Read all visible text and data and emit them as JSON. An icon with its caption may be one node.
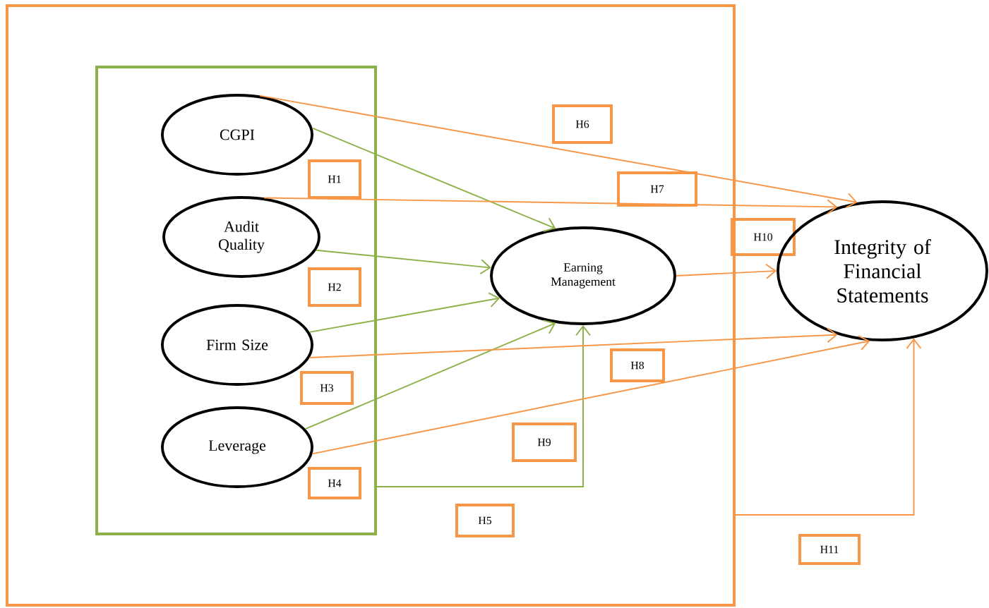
{
  "diagram": {
    "nodes": [
      {
        "text": [],
        "shape": "box"
      },
      {
        "text": [],
        "shape": "box",
        "in": 0
      },
      {
        "text": [
          "CGPI"
        ],
        "in": 1
      },
      {
        "text": [
          "Audit Quality"
        ],
        "in": 1
      },
      {
        "text": [
          "Firm Size"
        ],
        "in": 1
      },
      {
        "text": [
          "Leverage"
        ],
        "in": 1
      },
      {
        "text": [
          "H1"
        ],
        "in": 1
      },
      {
        "text": [
          "H2"
        ],
        "in": 1
      },
      {
        "text": [
          "H3"
        ],
        "in": 1
      },
      {
        "text": [
          "H4"
        ],
        "in": 1
      },
      {
        "text": [
          "H6"
        ],
        "in": 0
      },
      {
        "text": [
          "H7"
        ],
        "in": 0
      },
      {
        "text": [
          "Earning Management"
        ],
        "in": 0
      },
      {
        "text": [
          "H8"
        ],
        "in": 0
      },
      {
        "text": [
          "H9"
        ],
        "in": 0
      },
      {
        "text": [
          "H5"
        ],
        "in": 0
      },
      {
        "text": [
          "H10"
        ]
      },
      {
        "text": [
          "Integrity of Financial Statements"
        ]
      },
      {
        "text": [
          "H11"
        ]
      }
    ],
    "edges": [
      {
        "from": 2,
        "to": 12,
        "arrow": "to",
        "color": "#8db14a"
      },
      {
        "from": 3,
        "to": 12,
        "arrow": "to",
        "color": "#8db14a"
      },
      {
        "from": 4,
        "to": 12,
        "arrow": "to",
        "color": "#8db14a"
      },
      {
        "from": 5,
        "to": 12,
        "arrow": "to",
        "color": "#8db14a"
      },
      {
        "from": 1,
        "to": 12,
        "arrow": "to",
        "color": "#8db14a"
      },
      {
        "from": 2,
        "to": 17,
        "arrow": "to"
      },
      {
        "from": 3,
        "to": 17,
        "arrow": "to"
      },
      {
        "from": 4,
        "to": 17,
        "arrow": "to"
      },
      {
        "from": 5,
        "to": 17,
        "arrow": "to"
      },
      {
        "from": 12,
        "to": 17,
        "arrow": "to"
      },
      {
        "from": 0,
        "to": 17,
        "arrow": "to"
      }
    ]
  }
}
